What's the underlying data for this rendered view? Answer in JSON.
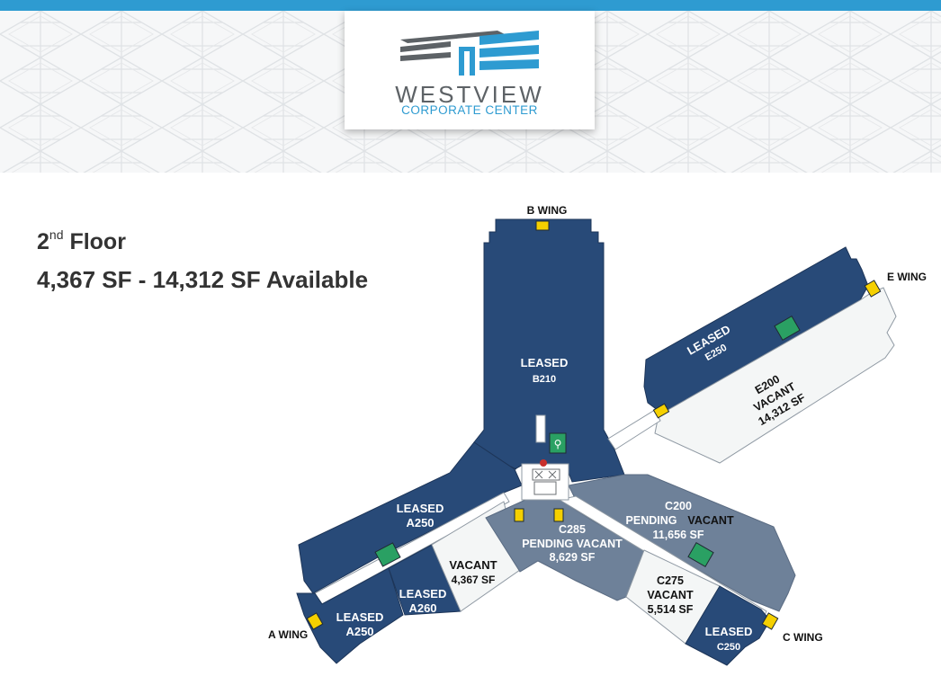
{
  "logo": {
    "name": "WESTVIEW",
    "subtitle": "CORPORATE CENTER"
  },
  "header": {
    "floor_number": "2",
    "floor_suffix": "nd",
    "floor_word": "Floor",
    "availability": "4,367 SF - 14,312 SF Available"
  },
  "wings": {
    "a": "A WING",
    "b": "B WING",
    "c": "C WING",
    "e": "E WING"
  },
  "suites": {
    "b210": {
      "status": "LEASED",
      "suite": "B210"
    },
    "e250": {
      "status": "LEASED",
      "suite": "E250"
    },
    "e200": {
      "suite": "E200",
      "status": "VACANT",
      "size": "14,312 SF"
    },
    "a250_upper": {
      "status": "LEASED",
      "suite": "A250"
    },
    "a250_lower": {
      "status": "LEASED",
      "suite": "A250"
    },
    "a260": {
      "status": "LEASED",
      "suite": "A260"
    },
    "vacant_a": {
      "status": "VACANT",
      "size": "4,367 SF"
    },
    "c285": {
      "suite": "C285",
      "status": "PENDING VACANT",
      "size": "8,629 SF"
    },
    "c200": {
      "suite": "C200",
      "status_pending": "PENDING",
      "status_vacant": "VACANT",
      "size": "11,656 SF"
    },
    "c275": {
      "suite": "C275",
      "status": "VACANT",
      "size": "5,514 SF"
    },
    "c250": {
      "status": "LEASED",
      "suite": "C250"
    }
  },
  "colors": {
    "leased": "#284a78",
    "pending": "#6e8199",
    "vacant": "#f4f6f6",
    "accent": "#2e9bd1",
    "restroom": "#2aa063"
  }
}
